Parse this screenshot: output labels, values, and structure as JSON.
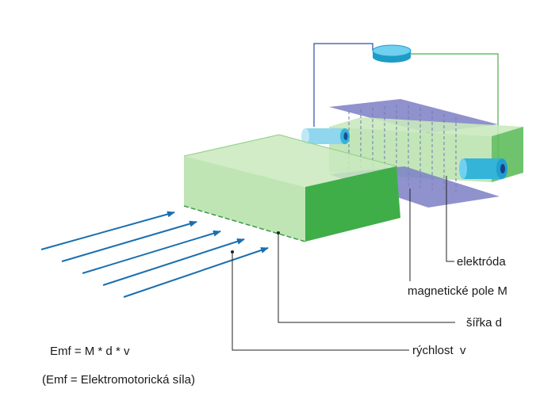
{
  "labels": {
    "electrode": "elektróda",
    "magnetic_field": "magnetické pole M",
    "width": "šířka d",
    "velocity": "rýchlost  v"
  },
  "formula": {
    "equation": "Emf = M * d * v",
    "definition": "(Emf = Elektromotorická síla)"
  },
  "colors": {
    "channel_fill": "#b5e0a8",
    "channel_side": "#3fae49",
    "magnet_plate": "#7b7fc4",
    "electrode": "#33b4d8",
    "meter": "#3cbde8",
    "flow_arrow": "#1a6fae",
    "wire_left": "#2d4ea8",
    "wire_right": "#4cae4c"
  },
  "icons": {
    "meter": "voltmeter-disc-icon",
    "flow": "arrow-icon"
  }
}
